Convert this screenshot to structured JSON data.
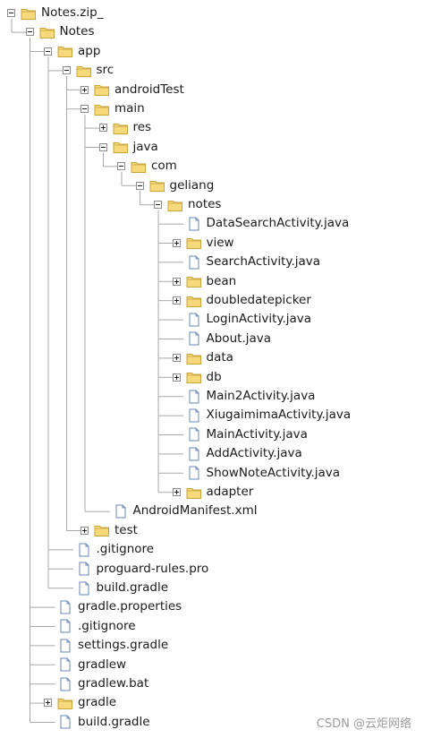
{
  "tree": [
    {
      "label": "Notes.zip_",
      "type": "folder",
      "level": 0,
      "toggle": "minus"
    },
    {
      "label": "Notes",
      "type": "folder",
      "level": 1,
      "toggle": "minus"
    },
    {
      "label": "app",
      "type": "folder",
      "level": 2,
      "toggle": "minus"
    },
    {
      "label": "src",
      "type": "folder",
      "level": 3,
      "toggle": "minus"
    },
    {
      "label": "androidTest",
      "type": "folder",
      "level": 4,
      "toggle": "plus"
    },
    {
      "label": "main",
      "type": "folder",
      "level": 4,
      "toggle": "minus"
    },
    {
      "label": "res",
      "type": "folder",
      "level": 5,
      "toggle": "plus"
    },
    {
      "label": "java",
      "type": "folder",
      "level": 5,
      "toggle": "minus"
    },
    {
      "label": "com",
      "type": "folder",
      "level": 6,
      "toggle": "minus"
    },
    {
      "label": "geliang",
      "type": "folder",
      "level": 7,
      "toggle": "minus"
    },
    {
      "label": "notes",
      "type": "folder",
      "level": 8,
      "toggle": "minus"
    },
    {
      "label": "DataSearchActivity.java",
      "type": "file",
      "level": 9,
      "toggle": "none"
    },
    {
      "label": "view",
      "type": "folder",
      "level": 9,
      "toggle": "plus"
    },
    {
      "label": "SearchActivity.java",
      "type": "file",
      "level": 9,
      "toggle": "none"
    },
    {
      "label": "bean",
      "type": "folder",
      "level": 9,
      "toggle": "plus"
    },
    {
      "label": "doubledatepicker",
      "type": "folder",
      "level": 9,
      "toggle": "plus"
    },
    {
      "label": "LoginActivity.java",
      "type": "file",
      "level": 9,
      "toggle": "none"
    },
    {
      "label": "About.java",
      "type": "file",
      "level": 9,
      "toggle": "none"
    },
    {
      "label": "data",
      "type": "folder",
      "level": 9,
      "toggle": "plus"
    },
    {
      "label": "db",
      "type": "folder",
      "level": 9,
      "toggle": "plus"
    },
    {
      "label": "Main2Activity.java",
      "type": "file",
      "level": 9,
      "toggle": "none"
    },
    {
      "label": "XiugaimimaActivity.java",
      "type": "file",
      "level": 9,
      "toggle": "none"
    },
    {
      "label": "MainActivity.java",
      "type": "file",
      "level": 9,
      "toggle": "none"
    },
    {
      "label": "AddActivity.java",
      "type": "file",
      "level": 9,
      "toggle": "none"
    },
    {
      "label": "ShowNoteActivity.java",
      "type": "file",
      "level": 9,
      "toggle": "none"
    },
    {
      "label": "adapter",
      "type": "folder",
      "level": 9,
      "toggle": "plus"
    },
    {
      "label": "AndroidManifest.xml",
      "type": "file",
      "level": 5,
      "toggle": "none"
    },
    {
      "label": "test",
      "type": "folder",
      "level": 4,
      "toggle": "plus"
    },
    {
      "label": ".gitignore",
      "type": "file",
      "level": 3,
      "toggle": "none"
    },
    {
      "label": "proguard-rules.pro",
      "type": "file",
      "level": 3,
      "toggle": "none"
    },
    {
      "label": "build.gradle",
      "type": "file",
      "level": 3,
      "toggle": "none"
    },
    {
      "label": "gradle.properties",
      "type": "file",
      "level": 2,
      "toggle": "none"
    },
    {
      "label": ".gitignore",
      "type": "file",
      "level": 2,
      "toggle": "none"
    },
    {
      "label": "settings.gradle",
      "type": "file",
      "level": 2,
      "toggle": "none"
    },
    {
      "label": "gradlew",
      "type": "file",
      "level": 2,
      "toggle": "none"
    },
    {
      "label": "gradlew.bat",
      "type": "file",
      "level": 2,
      "toggle": "none"
    },
    {
      "label": "gradle",
      "type": "folder",
      "level": 2,
      "toggle": "plus"
    },
    {
      "label": "build.gradle",
      "type": "file",
      "level": 2,
      "toggle": "none"
    }
  ],
  "watermark": "CSDN @云炬网络",
  "colors": {
    "folder_fill": "#f6d97a",
    "folder_stroke": "#c9a43a",
    "file_stroke": "#6a86b8",
    "file_fill": "#ffffff",
    "tree_line": "#a8a8a8"
  },
  "icons": {
    "folder": "folder-icon",
    "file": "file-icon",
    "expanded": "minus-toggle-icon",
    "collapsed": "plus-toggle-icon"
  }
}
